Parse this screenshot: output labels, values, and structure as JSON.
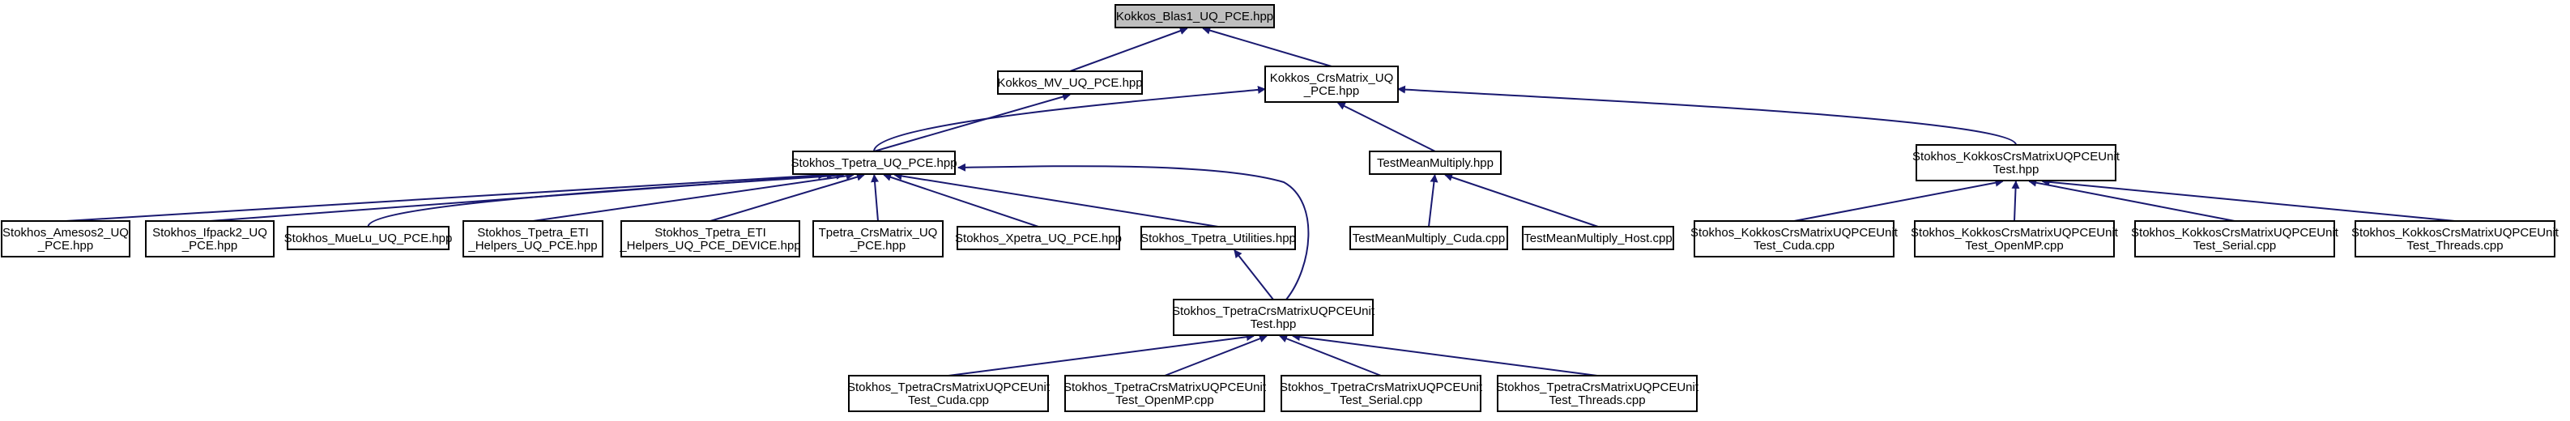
{
  "diagram": {
    "title": "",
    "colors": {
      "edge": "#191970",
      "root_fill": "#bfbfbf",
      "node_fill": "#ffffff",
      "node_border": "#000000"
    },
    "nodes": [
      {
        "id": "n0",
        "lines": [
          "Kokkos_Blas1_UQ_PCE.hpp"
        ],
        "root": true
      },
      {
        "id": "n1",
        "lines": [
          "Kokkos_MV_UQ_PCE.hpp"
        ]
      },
      {
        "id": "n2",
        "lines": [
          "Kokkos_CrsMatrix_UQ",
          "_PCE.hpp"
        ]
      },
      {
        "id": "n3",
        "lines": [
          "Stokhos_Tpetra_UQ_PCE.hpp"
        ]
      },
      {
        "id": "n4",
        "lines": [
          "TestMeanMultiply.hpp"
        ]
      },
      {
        "id": "n5",
        "lines": [
          "Stokhos_KokkosCrsMatrixUQPCEUnit",
          "Test.hpp"
        ]
      },
      {
        "id": "n6",
        "lines": [
          "Stokhos_Amesos2_UQ",
          "_PCE.hpp"
        ]
      },
      {
        "id": "n7",
        "lines": [
          "Stokhos_Ifpack2_UQ",
          "_PCE.hpp"
        ]
      },
      {
        "id": "n8",
        "lines": [
          "Stokhos_MueLu_UQ_PCE.hpp"
        ]
      },
      {
        "id": "n9",
        "lines": [
          "Stokhos_Tpetra_ETI",
          "_Helpers_UQ_PCE.hpp"
        ]
      },
      {
        "id": "n10",
        "lines": [
          "Stokhos_Tpetra_ETI",
          "_Helpers_UQ_PCE_DEVICE.hpp"
        ]
      },
      {
        "id": "n11",
        "lines": [
          "Tpetra_CrsMatrix_UQ",
          "_PCE.hpp"
        ]
      },
      {
        "id": "n12",
        "lines": [
          "Stokhos_Xpetra_UQ_PCE.hpp"
        ]
      },
      {
        "id": "n13",
        "lines": [
          "Stokhos_Tpetra_Utilities.hpp"
        ]
      },
      {
        "id": "n14",
        "lines": [
          "Stokhos_TpetraCrsMatrixUQPCEUnit",
          "Test.hpp"
        ]
      },
      {
        "id": "n15",
        "lines": [
          "TestMeanMultiply_Cuda.cpp"
        ]
      },
      {
        "id": "n16",
        "lines": [
          "TestMeanMultiply_Host.cpp"
        ]
      },
      {
        "id": "n17",
        "lines": [
          "Stokhos_KokkosCrsMatrixUQPCEUnit",
          "Test_Cuda.cpp"
        ]
      },
      {
        "id": "n18",
        "lines": [
          "Stokhos_KokkosCrsMatrixUQPCEUnit",
          "Test_OpenMP.cpp"
        ]
      },
      {
        "id": "n19",
        "lines": [
          "Stokhos_KokkosCrsMatrixUQPCEUnit",
          "Test_Serial.cpp"
        ]
      },
      {
        "id": "n20",
        "lines": [
          "Stokhos_KokkosCrsMatrixUQPCEUnit",
          "Test_Threads.cpp"
        ]
      },
      {
        "id": "n21",
        "lines": [
          "Stokhos_TpetraCrsMatrixUQPCEUnit",
          "Test_Cuda.cpp"
        ]
      },
      {
        "id": "n22",
        "lines": [
          "Stokhos_TpetraCrsMatrixUQPCEUnit",
          "Test_OpenMP.cpp"
        ]
      },
      {
        "id": "n23",
        "lines": [
          "Stokhos_TpetraCrsMatrixUQPCEUnit",
          "Test_Serial.cpp"
        ]
      },
      {
        "id": "n24",
        "lines": [
          "Stokhos_TpetraCrsMatrixUQPCEUnit",
          "Test_Threads.cpp"
        ]
      }
    ],
    "edges": [
      {
        "from": "n1",
        "to": "n0"
      },
      {
        "from": "n2",
        "to": "n0"
      },
      {
        "from": "n3",
        "to": "n1"
      },
      {
        "from": "n3",
        "to": "n2"
      },
      {
        "from": "n4",
        "to": "n2"
      },
      {
        "from": "n5",
        "to": "n2"
      },
      {
        "from": "n6",
        "to": "n3"
      },
      {
        "from": "n7",
        "to": "n3"
      },
      {
        "from": "n8",
        "to": "n3"
      },
      {
        "from": "n9",
        "to": "n3"
      },
      {
        "from": "n10",
        "to": "n3"
      },
      {
        "from": "n11",
        "to": "n3"
      },
      {
        "from": "n12",
        "to": "n3"
      },
      {
        "from": "n13",
        "to": "n3"
      },
      {
        "from": "n14",
        "to": "n3"
      },
      {
        "from": "n14",
        "to": "n13"
      },
      {
        "from": "n15",
        "to": "n4"
      },
      {
        "from": "n16",
        "to": "n4"
      },
      {
        "from": "n17",
        "to": "n5"
      },
      {
        "from": "n18",
        "to": "n5"
      },
      {
        "from": "n19",
        "to": "n5"
      },
      {
        "from": "n20",
        "to": "n5"
      },
      {
        "from": "n21",
        "to": "n14"
      },
      {
        "from": "n22",
        "to": "n14"
      },
      {
        "from": "n23",
        "to": "n14"
      },
      {
        "from": "n24",
        "to": "n14"
      }
    ]
  }
}
